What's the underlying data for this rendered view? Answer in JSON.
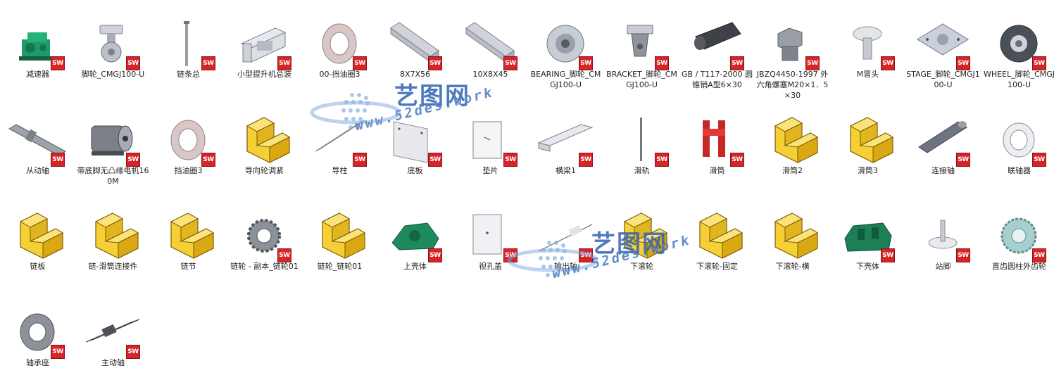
{
  "files": [
    {
      "name": "减速器",
      "badge": "SW",
      "icon": "gearbox-icon"
    },
    {
      "name": "脚轮_CMGJ100-U",
      "badge": "SW",
      "icon": "caster-icon"
    },
    {
      "name": "链条总",
      "badge": "SW",
      "icon": "chain-rod-icon"
    },
    {
      "name": "小型提升机总装",
      "badge": "SW",
      "icon": "hoist-assembly-icon"
    },
    {
      "name": "00-挡油圈3",
      "badge": "SW",
      "icon": "oil-ring-icon"
    },
    {
      "name": "8X7X56",
      "badge": "SW",
      "icon": "key-bar-icon"
    },
    {
      "name": "10X8X45",
      "badge": "SW",
      "icon": "key-bar-icon"
    },
    {
      "name": "BEARING_脚轮_CMGJ100-U",
      "badge": "SW",
      "icon": "bearing-icon"
    },
    {
      "name": "BRACKET_脚轮_CMGJ100-U",
      "badge": "SW",
      "icon": "bracket-icon"
    },
    {
      "name": "GB / T117-2000 圆锥销A型6×30",
      "badge": "SW",
      "icon": "taper-pin-icon"
    },
    {
      "name": "JBZQ4450-1997 外六角螺塞M20×1．5×30",
      "badge": "SW",
      "icon": "hex-plug-icon"
    },
    {
      "name": "M冒头",
      "badge": "SW",
      "icon": "mushroom-bolt-icon"
    },
    {
      "name": "STAGE_脚轮_CMGJ100-U",
      "badge": "SW",
      "icon": "stage-plate-icon"
    },
    {
      "name": "WHEEL_脚轮_CMGJ100-U",
      "badge": "SW",
      "icon": "wheel-icon"
    },
    {
      "name": "从动轴",
      "badge": "SW",
      "icon": "shaft-icon"
    },
    {
      "name": "带底脚无凸缘电机160M",
      "badge": "SW",
      "icon": "motor-icon"
    },
    {
      "name": "挡油圈3",
      "badge": "SW",
      "icon": "oil-ring-icon"
    },
    {
      "name": "导向轮调紧",
      "badge": "",
      "icon": "part-placeholder-icon"
    },
    {
      "name": "导柱",
      "badge": "SW",
      "icon": "guide-post-icon"
    },
    {
      "name": "底板",
      "badge": "SW",
      "icon": "base-plate-icon"
    },
    {
      "name": "垫片",
      "badge": "SW",
      "icon": "shim-icon"
    },
    {
      "name": "横梁1",
      "badge": "SW",
      "icon": "beam-icon"
    },
    {
      "name": "滑轨",
      "badge": "SW",
      "icon": "rail-icon"
    },
    {
      "name": "滑筒",
      "badge": "SW",
      "icon": "slide-sleeve-icon"
    },
    {
      "name": "滑筒2",
      "badge": "",
      "icon": "part-placeholder-icon"
    },
    {
      "name": "滑筒3",
      "badge": "",
      "icon": "part-placeholder-icon"
    },
    {
      "name": "连接轴",
      "badge": "SW",
      "icon": "connecting-shaft-icon"
    },
    {
      "name": "联轴器",
      "badge": "SW",
      "icon": "coupling-icon"
    },
    {
      "name": "链板",
      "badge": "",
      "icon": "part-placeholder-icon"
    },
    {
      "name": "链-滑筒连接件",
      "badge": "",
      "icon": "part-placeholder-icon"
    },
    {
      "name": "链节",
      "badge": "",
      "icon": "part-placeholder-icon"
    },
    {
      "name": "链轮 - 副本_链轮01",
      "badge": "SW",
      "icon": "sprocket-icon"
    },
    {
      "name": "链轮_链轮01",
      "badge": "",
      "icon": "part-placeholder-icon"
    },
    {
      "name": "上壳体",
      "badge": "SW",
      "icon": "upper-housing-icon"
    },
    {
      "name": "视孔盖",
      "badge": "SW",
      "icon": "cover-plate-icon"
    },
    {
      "name": "输出轴",
      "badge": "SW",
      "icon": "output-shaft-icon"
    },
    {
      "name": "下滚轮",
      "badge": "",
      "icon": "part-placeholder-icon"
    },
    {
      "name": "下滚轮-固定",
      "badge": "",
      "icon": "part-placeholder-icon"
    },
    {
      "name": "下滚轮-横",
      "badge": "",
      "icon": "part-placeholder-icon"
    },
    {
      "name": "下壳体",
      "badge": "SW",
      "icon": "lower-housing-icon"
    },
    {
      "name": "站脚",
      "badge": "SW",
      "icon": "foot-pad-icon"
    },
    {
      "name": "直齿圆柱外齿轮",
      "badge": "SW",
      "icon": "spur-gear-icon"
    },
    {
      "name": "轴承座",
      "badge": "SW",
      "icon": "bearing-seat-icon"
    },
    {
      "name": "主动轴",
      "badge": "SW",
      "icon": "drive-shaft-icon"
    }
  ],
  "watermark": {
    "brand": "艺图网",
    "url": "www.52des.work"
  },
  "colors": {
    "sw_badge": "#d6252a",
    "placeholder": "#f5cf36",
    "label": "#222222"
  }
}
